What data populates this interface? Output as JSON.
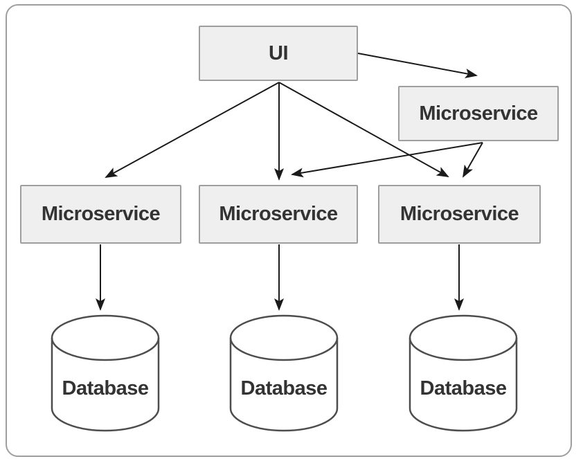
{
  "diagram": {
    "kind": "microservices-architecture",
    "nodes": {
      "ui": {
        "label": "UI",
        "shape": "rectangle"
      },
      "microservice_top_right": {
        "label": "Microservice",
        "shape": "rectangle"
      },
      "microservice_left": {
        "label": "Microservice",
        "shape": "rectangle"
      },
      "microservice_center": {
        "label": "Microservice",
        "shape": "rectangle"
      },
      "microservice_right": {
        "label": "Microservice",
        "shape": "rectangle"
      },
      "database_left": {
        "label": "Database",
        "shape": "cylinder"
      },
      "database_center": {
        "label": "Database",
        "shape": "cylinder"
      },
      "database_right": {
        "label": "Database",
        "shape": "cylinder"
      }
    },
    "edges": [
      {
        "from": "ui",
        "to": "microservice_top_right"
      },
      {
        "from": "ui",
        "to": "microservice_left"
      },
      {
        "from": "ui",
        "to": "microservice_center"
      },
      {
        "from": "ui",
        "to": "microservice_right"
      },
      {
        "from": "microservice_top_right",
        "to": "microservice_center"
      },
      {
        "from": "microservice_top_right",
        "to": "microservice_right"
      },
      {
        "from": "microservice_left",
        "to": "database_left"
      },
      {
        "from": "microservice_center",
        "to": "database_center"
      },
      {
        "from": "microservice_right",
        "to": "database_right"
      }
    ],
    "colors": {
      "node_fill": "#efefef",
      "node_border": "#9e9e9e",
      "cylinder_fill": "#ffffff",
      "cylinder_stroke": "#4d4d4d",
      "edge": "#1a1a1a",
      "text": "#333333",
      "frame_border": "#9e9e9e",
      "background": "#ffffff"
    }
  }
}
